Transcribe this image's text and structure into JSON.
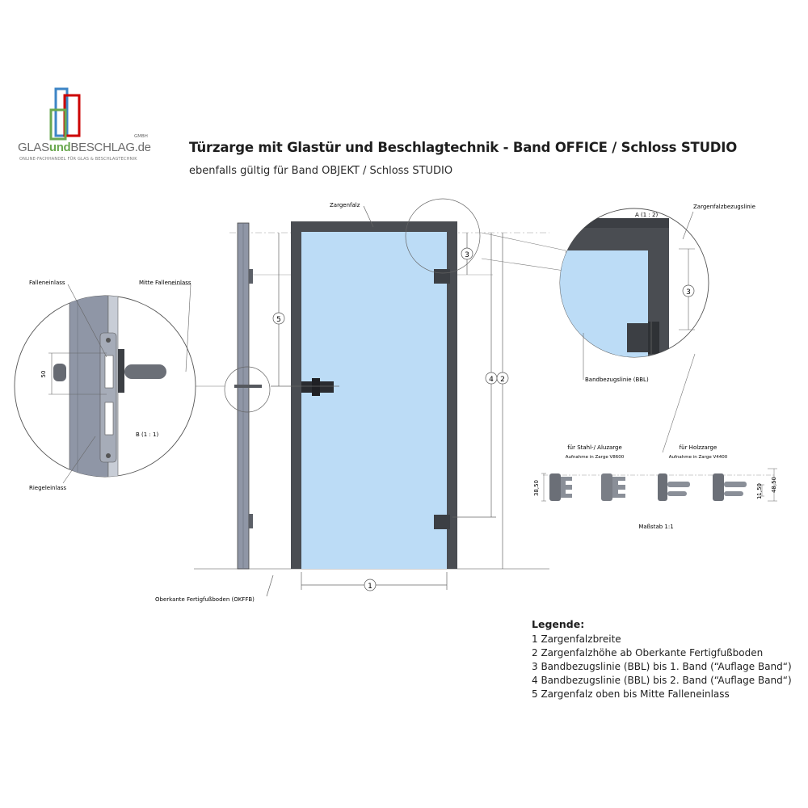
{
  "logo": {
    "part1": "GLAS",
    "part2": "und",
    "part3": "BESCHLAG.de",
    "gmbh": "GMBH",
    "tagline": "ONLINE-FACHHANDEL FÜR GLAS & BESCHLAGTECHNIK"
  },
  "title": "Türzarge mit Glastür und Beschlagtechnik - Band OFFICE / Schloss STUDIO",
  "subtitle": "ebenfalls gültig für Band OBJEKT / Schloss STUDIO",
  "labels": {
    "zargenfalz": "Zargenfalz",
    "zargenfalzbezugslinie": "Zargenfalzbezugslinie",
    "detail_a": "A (1 : 2)",
    "detail_b": "B (1 : 1)",
    "falleneinlass": "Falleneinlass",
    "mitte_falleneinlass": "Mitte Falleneinlass",
    "riegeleinlass": "Riegeleinlass",
    "bandbezugslinie": "Bandbezugslinie (BBL)",
    "okffb": "Oberkante Fertigfußboden (OKFFB)",
    "stahl_title": "für Stahl-/ Aluzarge",
    "stahl_sub": "Aufnahme in Zarge V8600",
    "holz_title": "für Holzzarge",
    "holz_sub": "Aufnahme in Zarge V4400",
    "massstab": "Maßstab 1:1"
  },
  "dimensions": {
    "d1": "1",
    "d2": "2",
    "d3": "3",
    "d4": "4",
    "d5": "5",
    "b50": "50",
    "h3850": "38,50",
    "h1150": "11,50",
    "h4850": "48,50"
  },
  "legend": {
    "heading": "Legende:",
    "items": [
      "1  Zargenfalzbreite",
      "2  Zargenfalzhöhe ab Oberkante Fertigfußboden",
      "3  Bandbezugslinie (BBL) bis 1. Band (“Auflage Band“)",
      "4  Bandbezugslinie (BBL) bis 2. Band (“Auflage Band“)",
      "5  Zargenfalz oben bis Mitte Falleneinlass"
    ]
  },
  "colors": {
    "frame": "#4a4d52",
    "glass": "#bcdcf6",
    "profile": "#8f96a6",
    "line": "#555555",
    "logo_green": "#6aa84f",
    "logo_blue": "#3d85c6",
    "logo_red": "#cc0000"
  }
}
